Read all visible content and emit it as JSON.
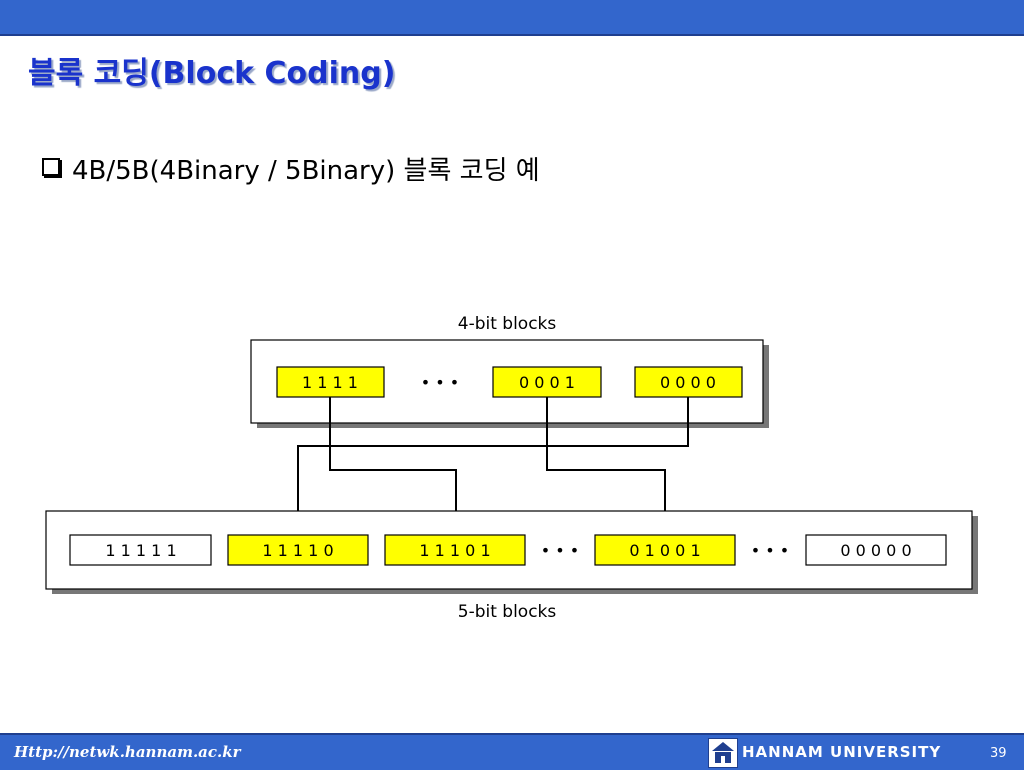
{
  "slide": {
    "title": "블록 코딩(Block Coding)",
    "bullet": "4B/5B(4Binary / 5Binary) 블록 코딩 예"
  },
  "diagram": {
    "top_label": "4-bit blocks",
    "bottom_label": "5-bit blocks",
    "four_bit_blocks": [
      "1 1 1 1",
      "0 0 0 1",
      "0 0 0 0"
    ],
    "five_bit_blocks": [
      "1 1 1 1 1",
      "1 1 1 1 0",
      "1 1 1 0 1",
      "0 1 0 0 1",
      "0 0 0 0 0"
    ],
    "ellipsis": "• • •",
    "colors": {
      "highlight": "#ffff00",
      "plain": "#ffffff",
      "panel_shadow": "#777777"
    }
  },
  "footer": {
    "url": "Http://netwk.hannam.ac.kr",
    "university": "HANNAM UNIVERSITY",
    "page": "39"
  }
}
